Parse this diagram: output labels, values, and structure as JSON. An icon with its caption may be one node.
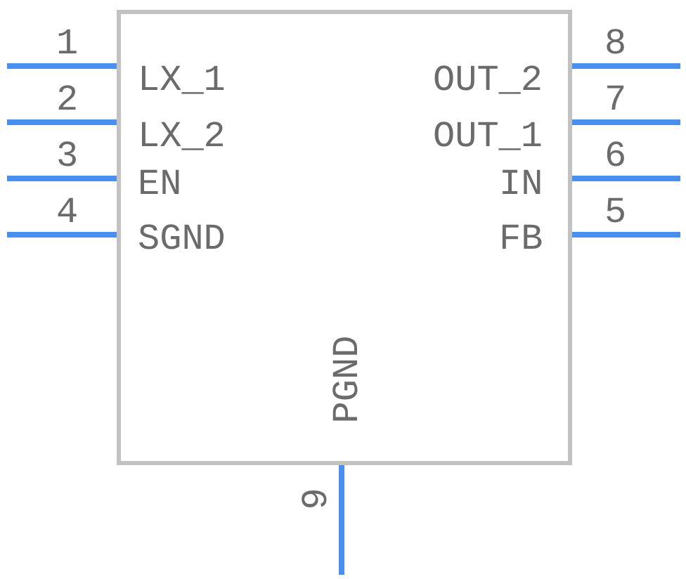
{
  "diagram": {
    "nodes": [
      {
        "text": [],
        "shape": "box"
      }
    ],
    "labels": [
      "1",
      "8",
      "LX_1",
      "OUT_2",
      "2",
      "7",
      "LX_2",
      "OUT_1",
      "3",
      "6",
      "EN",
      "IN",
      "4",
      "5",
      "SGND",
      "FB",
      "PGND",
      "9"
    ]
  }
}
